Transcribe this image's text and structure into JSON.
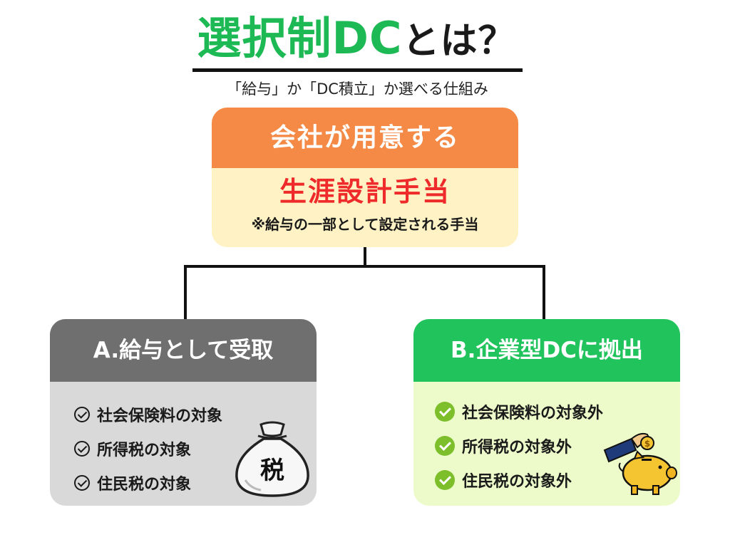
{
  "title": {
    "highlight": "選択制DC",
    "rest": "とは？"
  },
  "subtitle": "「給与」か「DC積立」か選べる仕組み",
  "top_box": {
    "header": "会社が用意する",
    "main": "生涯設計手当",
    "note": "※給与の一部として設定される手当"
  },
  "option_a": {
    "header": "A.給与として受取",
    "items": [
      "社会保険料の対象",
      "所得税の対象",
      "住民税の対象"
    ],
    "bag_text": "税"
  },
  "option_b": {
    "header": "B.企業型DCに拠出",
    "items": [
      "社会保険料の対象外",
      "所得税の対象外",
      "住民税の対象外"
    ]
  },
  "colors": {
    "title_green": "#1db954",
    "top_header": "#f58a46",
    "top_body": "#fff2c4",
    "top_main_text": "#ee2a2a",
    "a_header": "#6f6f6f",
    "a_body": "#d9d9d9",
    "b_header": "#21c35c",
    "b_body": "#ecfbc9",
    "check_green": "#7cbf2a"
  },
  "icons": {
    "option_a_check": "check-circle-outline-icon",
    "option_b_check": "check-circle-filled-icon",
    "option_a_illustration": "tax-money-bag-icon",
    "option_b_illustration": "piggy-bank-coin-icon"
  }
}
